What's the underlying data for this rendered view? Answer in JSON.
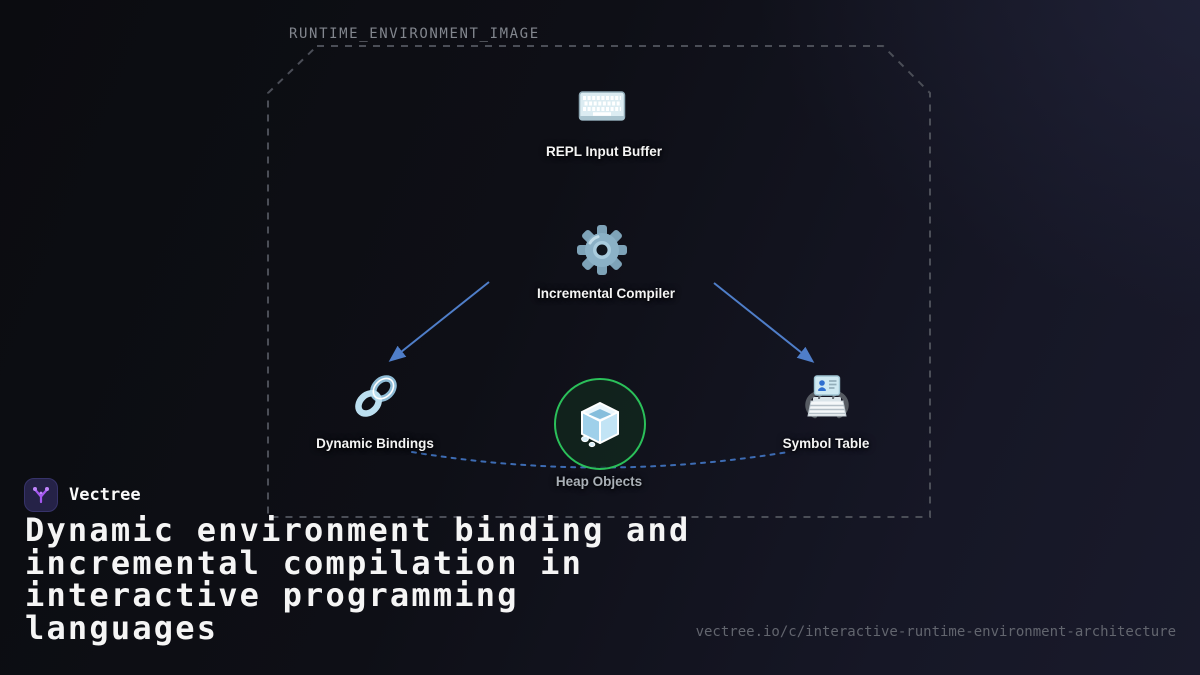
{
  "frame": {
    "label": "RUNTIME_ENVIRONMENT_IMAGE"
  },
  "diagram": {
    "nodes": [
      {
        "id": "repl",
        "label": "REPL Input Buffer",
        "icon": "keyboard-icon"
      },
      {
        "id": "compiler",
        "label": "Incremental Compiler",
        "icon": "gear-icon"
      },
      {
        "id": "bindings",
        "label": "Dynamic Bindings",
        "icon": "link-icon"
      },
      {
        "id": "heap",
        "label": "Heap Objects",
        "icon": "ice-cube-icon",
        "highlighted": true
      },
      {
        "id": "symbols",
        "label": "Symbol Table",
        "icon": "card-index-icon"
      }
    ],
    "edges": [
      {
        "from": "compiler",
        "to": "bindings",
        "style": "solid-arrow"
      },
      {
        "from": "compiler",
        "to": "symbols",
        "style": "solid-arrow"
      },
      {
        "from": "bindings",
        "to": "symbols",
        "style": "dashed-curve"
      }
    ],
    "colors": {
      "arrow_blue": "#4f7ec9",
      "dashed_blue": "#3d6cb4",
      "highlight_green": "#2bc05a",
      "frame_gray": "#4b4e57"
    }
  },
  "brand": {
    "name": "Vectree",
    "accent_purple": "#a557f0"
  },
  "headline": {
    "lines": [
      "Dynamic environment binding and",
      "incremental compilation in",
      "interactive programming",
      "languages"
    ]
  },
  "footer": {
    "url": "vectree.io/c/interactive-runtime-environment-architecture"
  }
}
